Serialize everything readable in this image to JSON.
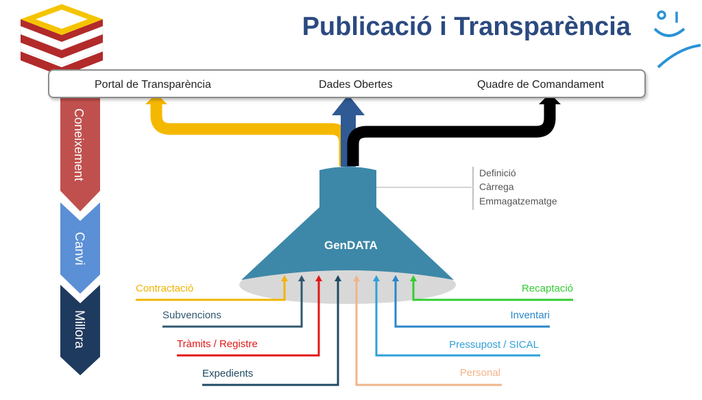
{
  "title": "Publicació i Transparència",
  "outputs": [
    {
      "label": "Portal de Transparència"
    },
    {
      "label": "Dades Obertes"
    },
    {
      "label": "Quadre de Comandament"
    }
  ],
  "stages": [
    {
      "label": "Coneixement",
      "color": "#c0504d"
    },
    {
      "label": "Canvi",
      "color": "#5b8fd6"
    },
    {
      "label": "Millora",
      "color": "#1f3a5f"
    }
  ],
  "funnel": {
    "label": "GenDATA",
    "color": "#3d88a8"
  },
  "process_steps": [
    "Definició",
    "Càrrega",
    "Emmagatzematge"
  ],
  "sources_left": [
    {
      "label": "Contractació",
      "color": "#f0b400"
    },
    {
      "label": "Subvencions",
      "color": "#2f5870"
    },
    {
      "label": "Tràmits / Registre",
      "color": "#e01818"
    },
    {
      "label": "Expedients",
      "color": "#1f4a62"
    }
  ],
  "sources_right": [
    {
      "label": "Recaptació",
      "color": "#33cc33"
    },
    {
      "label": "Inventari",
      "color": "#2a86c8"
    },
    {
      "label": "Pressupost / SICAL",
      "color": "#2fa0d8"
    },
    {
      "label": "Personal",
      "color": "#f0b48a"
    }
  ],
  "arrow_colors": {
    "portal": "#f5b800",
    "dades": "#2f5a93",
    "quadre": "#000000"
  }
}
